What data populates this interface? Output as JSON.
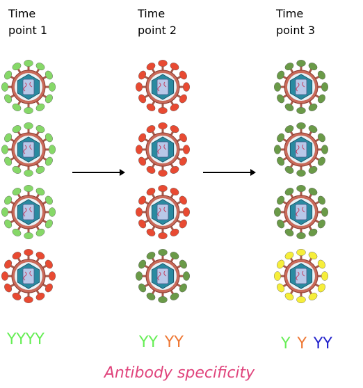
{
  "columns": [
    {
      "label_line1": "Time",
      "label_line2": "point 1",
      "viruses": [
        "light-green",
        "light-green",
        "light-green",
        "red"
      ],
      "antibodies": [
        {
          "text": "YYYY",
          "color": "#66ee55"
        }
      ]
    },
    {
      "label_line1": "Time",
      "label_line2": "point 2",
      "viruses": [
        "red",
        "red",
        "red",
        "dark-green"
      ],
      "antibodies": [
        {
          "text": "YY",
          "color": "#66ee55"
        },
        {
          "text": "YY",
          "color": "#ee7733"
        }
      ]
    },
    {
      "label_line1": "Time",
      "label_line2": "point 3",
      "viruses": [
        "dark-green",
        "dark-green",
        "dark-green",
        "yellow"
      ],
      "antibodies": [
        {
          "text": "Y",
          "color": "#66ee55"
        },
        {
          "text": "Y",
          "color": "#ee7733"
        },
        {
          "text": "YY",
          "color": "#2222cc"
        }
      ]
    }
  ],
  "caption": "Antibody specificity",
  "colors": {
    "light-green": "#86d868",
    "dark-green": "#6a9a48",
    "red": "#e84a32",
    "yellow": "#f6ee3a",
    "spike_stem": "#a85a4a",
    "envelope": "#c96a5a",
    "capsid": "#2a8aa0",
    "core": "#b8c8e8",
    "caption": "#e0447c"
  }
}
